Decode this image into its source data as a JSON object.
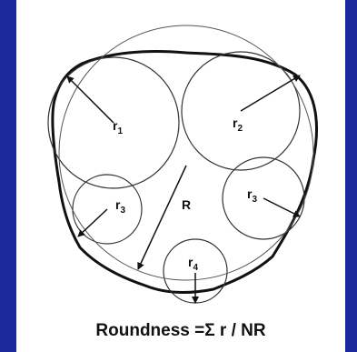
{
  "colors": {
    "background": "#1a2a9c",
    "panel": "#ffffff",
    "ink": "#111111"
  },
  "labels": {
    "r1": {
      "base": "r",
      "sub": "1"
    },
    "r2": {
      "base": "r",
      "sub": "2"
    },
    "r3a": {
      "base": "r",
      "sub": "3"
    },
    "r3b": {
      "base": "r",
      "sub": "3"
    },
    "r4": {
      "base": "r",
      "sub": "4"
    },
    "R": "R"
  },
  "formula": "Roundness =Σ r / NR"
}
